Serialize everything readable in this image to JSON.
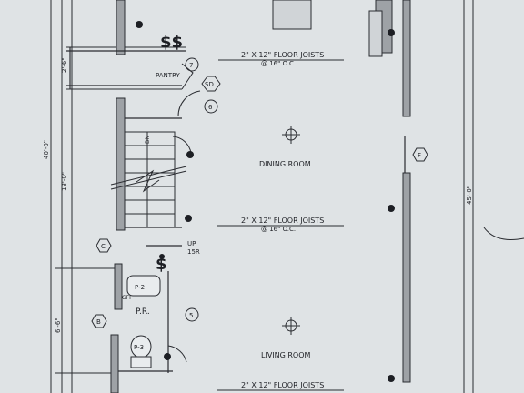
{
  "plan": {
    "rooms": {
      "dining": "DINING ROOM",
      "living": "LIVING ROOM"
    },
    "joists": [
      {
        "line1": "2\" X 12\" FLOOR JOISTS",
        "line2": "@ 16\" O.C."
      },
      {
        "line1": "2\" X 12\" FLOOR JOISTS",
        "line2": "@ 16\" O.C."
      },
      {
        "line1": "2\" X 12\" FLOOR JOISTS",
        "line2": ""
      }
    ],
    "dims": {
      "d26": "2'-6\"",
      "d400": "40'-0\"",
      "d130": "13'-0\"",
      "d66": "6'-6\"",
      "d450": "45'-0\""
    },
    "stair": {
      "dn": "DN",
      "up": "UP",
      "risers": "15R"
    },
    "labels": {
      "pantry": "PANTRY",
      "pr": "P.R.",
      "gfi": "GFI",
      "p2": "P-2",
      "p3": "P-3",
      "dollar": "$",
      "dollar2": "$$"
    },
    "tags": {
      "t7": "7",
      "sd": "SD",
      "t6": "6",
      "t5": "5",
      "c": "C",
      "b": "B",
      "f": "F"
    }
  }
}
